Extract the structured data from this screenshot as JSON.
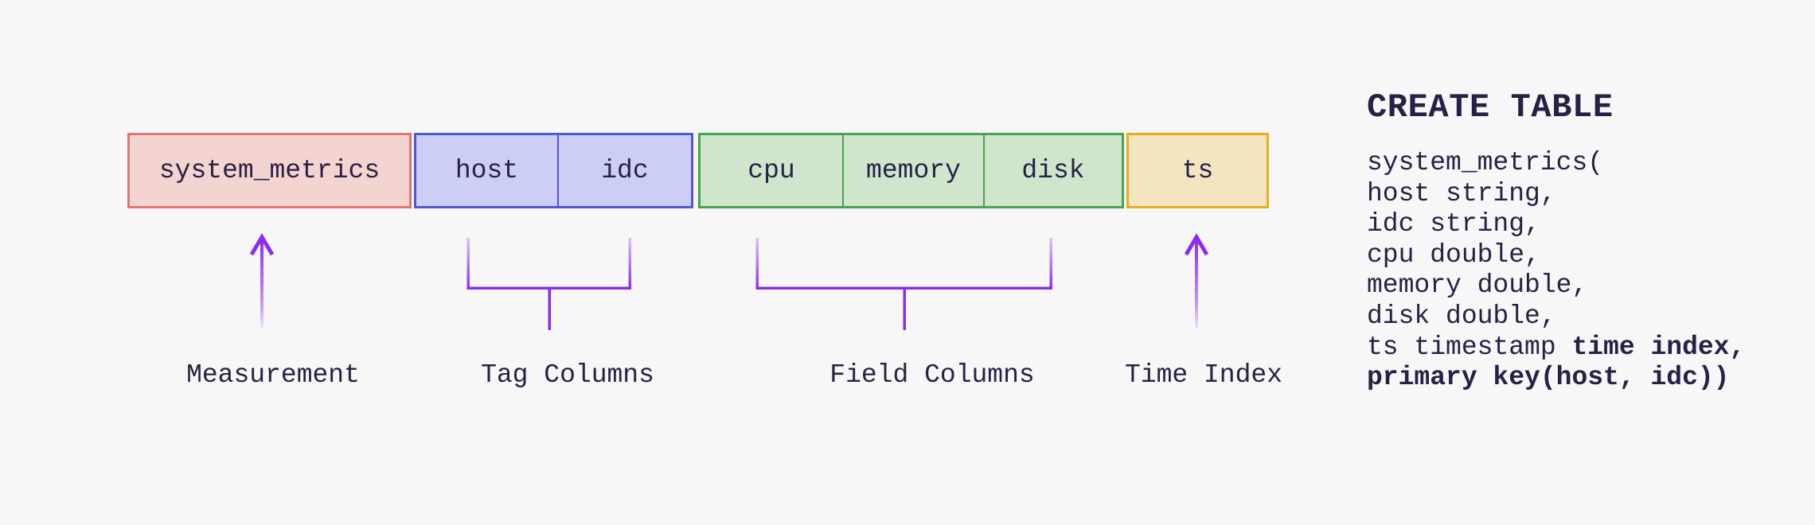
{
  "colors": {
    "bg": "#f7f7f8",
    "text": "#272145",
    "purple": "#8b2cf0",
    "measurement-fill": "#f4d4d1",
    "measurement-border": "#e0766c",
    "tag-fill": "#cdcef6",
    "tag-border": "#5156dd",
    "field-fill": "#cfe5cc",
    "field-border": "#49a24d",
    "time-fill": "#f2e5bf",
    "time-border": "#e9ad1d"
  },
  "table_row": {
    "measurement_cell": "system_metrics",
    "tag_cells": [
      "host",
      "idc"
    ],
    "field_cells": [
      "cpu",
      "memory",
      "disk"
    ],
    "time_cell": "ts"
  },
  "annotations": {
    "measurement_label": "Measurement",
    "tag_label": "Tag Columns",
    "field_label": "Field Columns",
    "time_label": "Time Index"
  },
  "sql": {
    "title": "CREATE TABLE",
    "lines": [
      {
        "segments": [
          {
            "text": "system_metrics(",
            "bold": false
          }
        ]
      },
      {
        "segments": [
          {
            "text": "host string,",
            "bold": false
          }
        ]
      },
      {
        "segments": [
          {
            "text": "idc string,",
            "bold": false
          }
        ]
      },
      {
        "segments": [
          {
            "text": "cpu double,",
            "bold": false
          }
        ]
      },
      {
        "segments": [
          {
            "text": "memory double,",
            "bold": false
          }
        ]
      },
      {
        "segments": [
          {
            "text": "disk double,",
            "bold": false
          }
        ]
      },
      {
        "segments": [
          {
            "text": "ts timestamp ",
            "bold": false
          },
          {
            "text": "time index,",
            "bold": true
          }
        ]
      },
      {
        "segments": [
          {
            "text": "primary key(host, idc))",
            "bold": true
          }
        ]
      }
    ]
  }
}
